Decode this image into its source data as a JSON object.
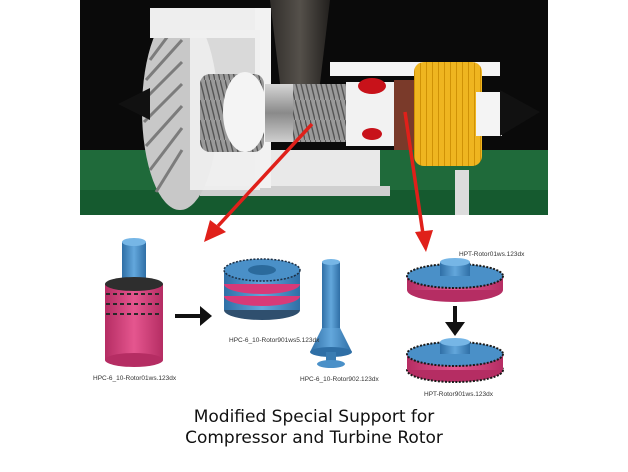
{
  "labels": {
    "hpc_rotor01": "HPC-6_10-Rotor01ws.123dx",
    "hpc_rotor901": "HPC-6_10-Rotor901ws5.123dx",
    "hpc_rotor902": "HPC-6_10-Rotor902.123dx",
    "hpt_rotor01": "HPT-Rotor01ws.123dx",
    "hpt_rotor901": "HPT-Rotor901ws.123dx"
  },
  "caption": {
    "line1": "Modified Special Support for",
    "line2": "Compressor and Turbine Rotor"
  },
  "colors": {
    "arrow_red": "#e0201a",
    "part_blue": "#4a90c8",
    "part_pink": "#d83a78",
    "photo_dark": "#0a0a0a",
    "table_green": "#1f6a3a",
    "turbine_yellow": "#f2b21c"
  }
}
